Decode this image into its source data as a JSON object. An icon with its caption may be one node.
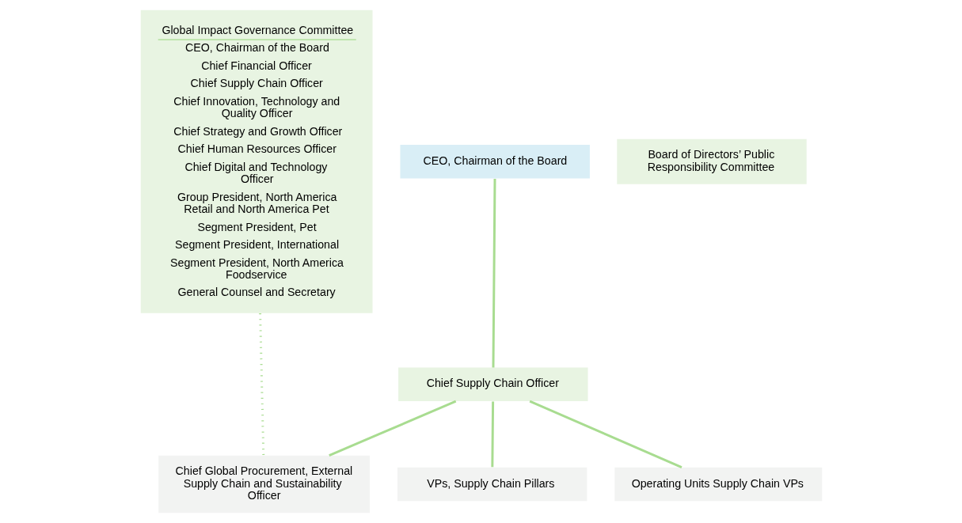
{
  "diagram": {
    "nodes": [
      {
        "text": [
          "Global Impact Governance Committee",
          "CEO, Chairman of the Board",
          "Chief Financial Officer",
          "Chief Supply Chain Officer",
          "Chief Innovation, Technology and Quality Officer",
          "Chief Strategy and Growth Officer",
          "Chief Human Resources Officer",
          "Chief Digital and Technology Officer",
          "Group President, North America Retail and North America Pet",
          "Segment President, Pet",
          "Segment President, International",
          "Segment President, North America Foodservice",
          "General Counsel and Secretary"
        ]
      },
      {
        "text": [
          "CEO, Chairman of the Board"
        ]
      },
      {
        "text": [
          "Board of Directors’ Public Responsibility Committee"
        ]
      },
      {
        "text": [
          "Chief Supply Chain Officer"
        ]
      },
      {
        "text": [
          "Chief Global Procurement, External Supply Chain and Sustainability Officer"
        ]
      },
      {
        "text": [
          "VPs, Supply Chain Pillars"
        ]
      },
      {
        "text": [
          "Operating Units Supply Chain VPs"
        ]
      }
    ],
    "edges": [
      {
        "from": 1,
        "to": 3,
        "arrow": "none"
      },
      {
        "from": 3,
        "to": 4,
        "arrow": "none"
      },
      {
        "from": 3,
        "to": 5,
        "arrow": "none"
      },
      {
        "from": 3,
        "to": 6,
        "arrow": "none"
      },
      {
        "from": 0,
        "to": 4,
        "arrow": "none",
        "style": "dashed"
      }
    ]
  }
}
